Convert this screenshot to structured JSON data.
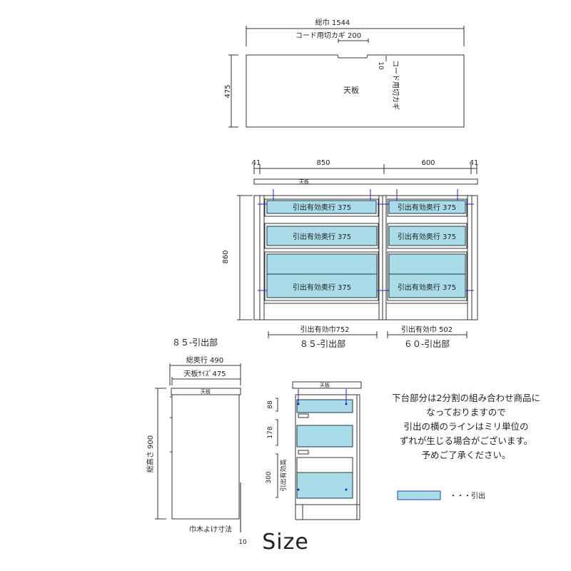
{
  "top_view": {
    "total_width_label": "総巾 1544",
    "cord_notch_label": "コード用切カギ 200",
    "depth_label": "475",
    "board_label": "天板",
    "notch_depth_label": "10",
    "notch_vertical_label": "コード用切カギ"
  },
  "front_view": {
    "dims": [
      "41",
      "850",
      "600",
      "41"
    ],
    "board_label": "天板",
    "height_label": "860",
    "drawer_label": "引出有効奥行 375",
    "left_width_label": "引出有効巾752",
    "right_width_label": "引出有効巾 502",
    "left_section_label": "８５-引出部",
    "right_section_label": "６０-引出部"
  },
  "side_view": {
    "section_label": "８５-引出部",
    "total_depth_label": "総奥行 490",
    "board_size_label": "天板ｻｲｽﾞ475",
    "board_label": "天板",
    "total_height_label": "総高さ 900",
    "baseboard_label": "巾木よけ寸法",
    "baseboard_value": "10"
  },
  "section_view": {
    "board_label": "天板",
    "drawer_heights": [
      "88",
      "178",
      "300"
    ],
    "effective_height_label": "引出有効高"
  },
  "note_lines": [
    "下台部分は2分割の組み合わせ商品に",
    "なっておりますので",
    "引出の横のラインはミリ単位の",
    "ずれが生じる場合がございます。",
    "予めご了承ください。"
  ],
  "legend": {
    "label": "・・・引出",
    "color": "#a9dce8"
  },
  "title": "Size"
}
